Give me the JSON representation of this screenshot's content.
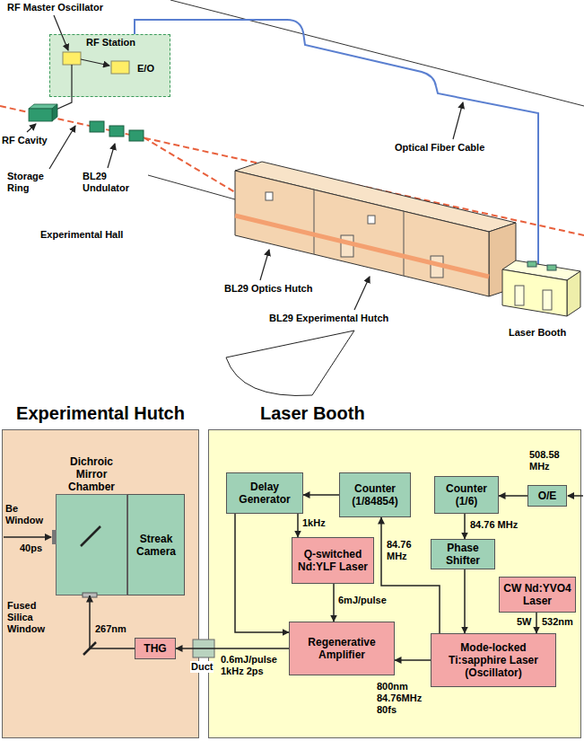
{
  "diagram": {
    "nodes": [
      {
        "text": [
          "RF Station",
          "E/O"
        ]
      },
      {
        "text": [
          "Experimental Hutch"
        ]
      },
      {
        "text": [
          "Dichroic Mirror Chamber"
        ],
        "in": 1
      },
      {
        "text": [
          "Streak Camera"
        ],
        "in": 1
      },
      {
        "text": [
          "THG"
        ],
        "in": 1
      },
      {
        "text": [
          "Laser Booth"
        ]
      },
      {
        "text": [
          "Delay Generator"
        ],
        "in": 5
      },
      {
        "text": [
          "Counter (1/84854)"
        ],
        "in": 5
      },
      {
        "text": [
          "Counter (1/6)"
        ],
        "in": 5
      },
      {
        "text": [
          "O/E"
        ],
        "in": 5
      },
      {
        "text": [
          "Phase Shifter"
        ],
        "in": 5
      },
      {
        "text": [
          "Q-switched Nd:YLF Laser"
        ],
        "in": 5
      },
      {
        "text": [
          "CW Nd:YVO4 Laser"
        ],
        "in": 5
      },
      {
        "text": [
          "Regenerative Amplifier"
        ],
        "in": 5
      },
      {
        "text": [
          "Mode-locked Ti:sapphire Laser (Oscillator)"
        ],
        "in": 5
      }
    ],
    "edges": [
      {
        "from": 9,
        "to": 8,
        "arrow": "to"
      },
      {
        "from": 8,
        "to": 10,
        "label": "84.76 MHz",
        "arrow": "to"
      },
      {
        "from": 14,
        "to": 7,
        "label": "84.76 MHz",
        "arrow": "to"
      },
      {
        "from": 7,
        "to": 6,
        "arrow": "to"
      },
      {
        "from": 6,
        "to": 11,
        "label": "1kHz",
        "arrow": "to"
      },
      {
        "from": 6,
        "to": 13,
        "arrow": "to"
      },
      {
        "from": 11,
        "to": 13,
        "label": "6mJ/pulse",
        "arrow": "to"
      },
      {
        "from": 12,
        "to": 14,
        "label": "5W",
        "arrow": "to"
      },
      {
        "from": 10,
        "to": 14,
        "arrow": "to"
      },
      {
        "from": 14,
        "to": 13,
        "label": "800nm 84.76MHz 80fs",
        "arrow": "to"
      },
      {
        "from": 13,
        "to": 4,
        "label": "0.6mJ/pulse 1kHz 2ps",
        "arrow": "to"
      },
      {
        "from": 4,
        "to": 2,
        "label": "267nm",
        "arrow": "to"
      }
    ],
    "labels": [
      "RF Master Oscillator",
      "RF Cavity",
      "Storage Ring",
      "BL29 Undulator",
      "Experimental Hall",
      "Optical Fiber Cable",
      "BL29 Optics Hutch",
      "BL29 Experimental Hutch",
      "Laser Booth",
      "Be Window",
      "40ps",
      "Fused Silica Window",
      "508.58 MHz",
      "532nm",
      "Duct"
    ]
  }
}
